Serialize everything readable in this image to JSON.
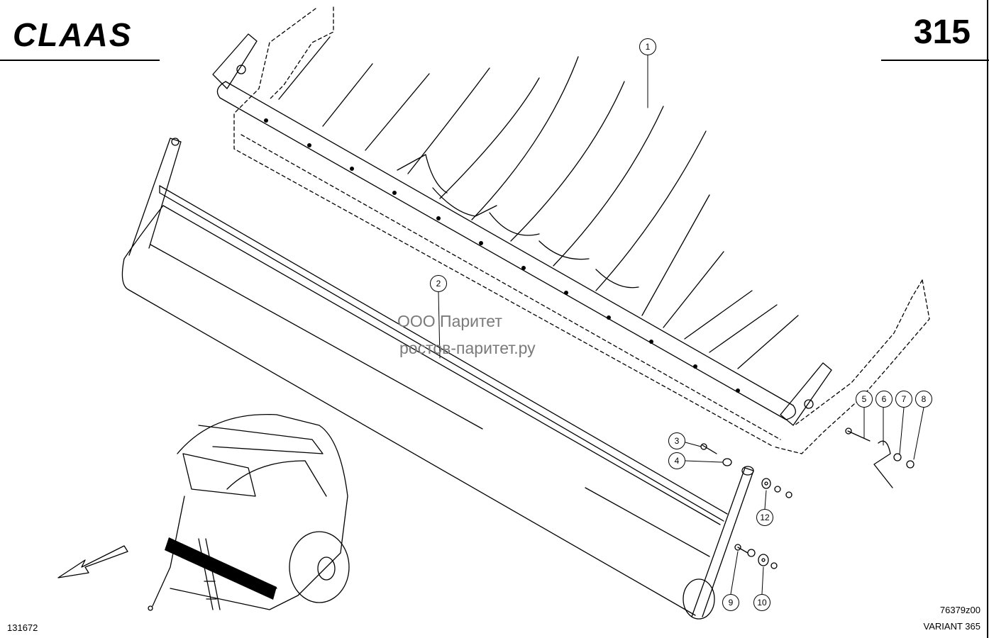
{
  "header": {
    "brand": "CLAAS",
    "page_number": "315"
  },
  "watermark": {
    "line1": "ООО Паритет",
    "line2": "ростов-паритет.ру"
  },
  "footer": {
    "left_code": "131672",
    "drawing_code": "76379z00",
    "model": "VARIANT 365"
  },
  "callouts": [
    "1",
    "2",
    "3",
    "4",
    "5",
    "6",
    "7",
    "8",
    "9",
    "10",
    "12"
  ],
  "colors": {
    "line": "#000000",
    "watermark": "#7a7a7a",
    "background": "#ffffff"
  }
}
